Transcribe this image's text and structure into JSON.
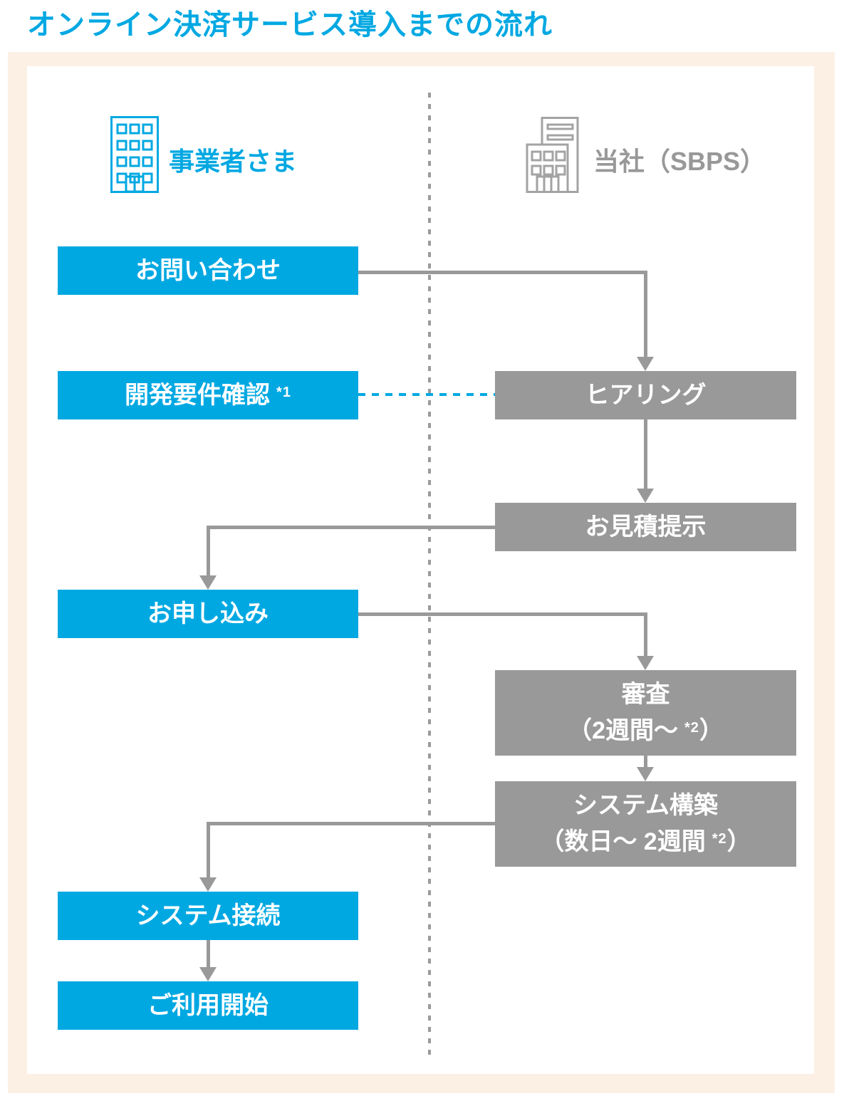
{
  "title": "オンライン決済サービス導入までの流れ",
  "colors": {
    "accent_blue": "#00A8E2",
    "box_gray": "#999999",
    "panel_peach": "#FCF0E5",
    "arrow_gray": "#999999",
    "header_gray": "#989898",
    "box_text": "#ffffff"
  },
  "actors": {
    "merchant": {
      "label": "事業者さま",
      "icon": "building-icon"
    },
    "company": {
      "label": "当社（SBPS）",
      "icon": "company-building-icon"
    }
  },
  "steps": {
    "inquiry": {
      "label": "お問い合わせ"
    },
    "dev_requirements": {
      "label": "開発要件確認",
      "note_ref": "*1"
    },
    "hearing": {
      "label": "ヒアリング"
    },
    "estimate": {
      "label": "お見積提示"
    },
    "application": {
      "label": "お申し込み"
    },
    "review": {
      "line1": "審査",
      "line2_pre": "（2週間〜",
      "note_ref": "*2",
      "line2_post": "）"
    },
    "system_build": {
      "line1": "システム構築",
      "line2_pre": "（数日〜 2週間",
      "note_ref": "*2",
      "line2_post": "）"
    },
    "system_connect": {
      "label": "システム接続"
    },
    "service_start": {
      "label": "ご利用開始"
    }
  }
}
